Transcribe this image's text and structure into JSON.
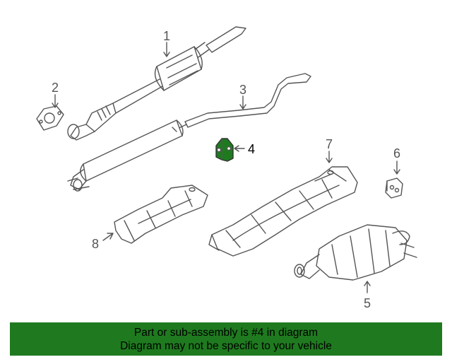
{
  "callouts": {
    "c1": "1",
    "c2": "2",
    "c3": "3",
    "c4": "4",
    "c5": "5",
    "c6": "6",
    "c7": "7",
    "c8": "8"
  },
  "highlight_part": "4",
  "colors": {
    "highlight_fill": "#1f7a1f",
    "banner_bg": "#1f7a1f",
    "line": "#555555"
  },
  "banner": {
    "line1": "Part or sub-assembly is #4 in diagram",
    "line2": "Diagram may not be specific to your vehicle"
  }
}
